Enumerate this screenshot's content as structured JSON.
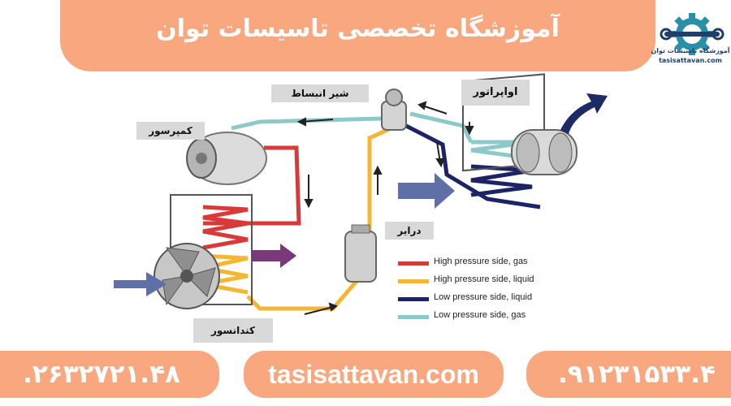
{
  "header": {
    "title": "آموزشگاه تخصصی تاسیسات توان"
  },
  "logo": {
    "name": "آموزشگاه تاسیسات توان",
    "site": "tasisattavan.com",
    "icon": "gear-wrench-logo-icon"
  },
  "components": {
    "expansion_valve": "شیر انبساط",
    "evaporator": "اواپراتور",
    "compressor": "کمپرسور",
    "dryer": "درایر",
    "condenser": "کندانسور"
  },
  "legend": [
    {
      "label": "High pressure side, gas",
      "color": "#d83a3a"
    },
    {
      "label": "High pressure side, liquid",
      "color": "#f5b733"
    },
    {
      "label": "Low pressure side, liquid",
      "color": "#1c2466"
    },
    {
      "label": "Low pressure side, gas",
      "color": "#8ec9c9"
    }
  ],
  "footer": {
    "phone_left": ".۲۶۳۲۷۲۱.۴۸",
    "website": "tasisattavan.com",
    "phone_right": ".۹۱۲۳۱۵۳۳.۴"
  },
  "colors": {
    "brand": "#f8a77e",
    "text_on_brand": "#ffffff"
  }
}
